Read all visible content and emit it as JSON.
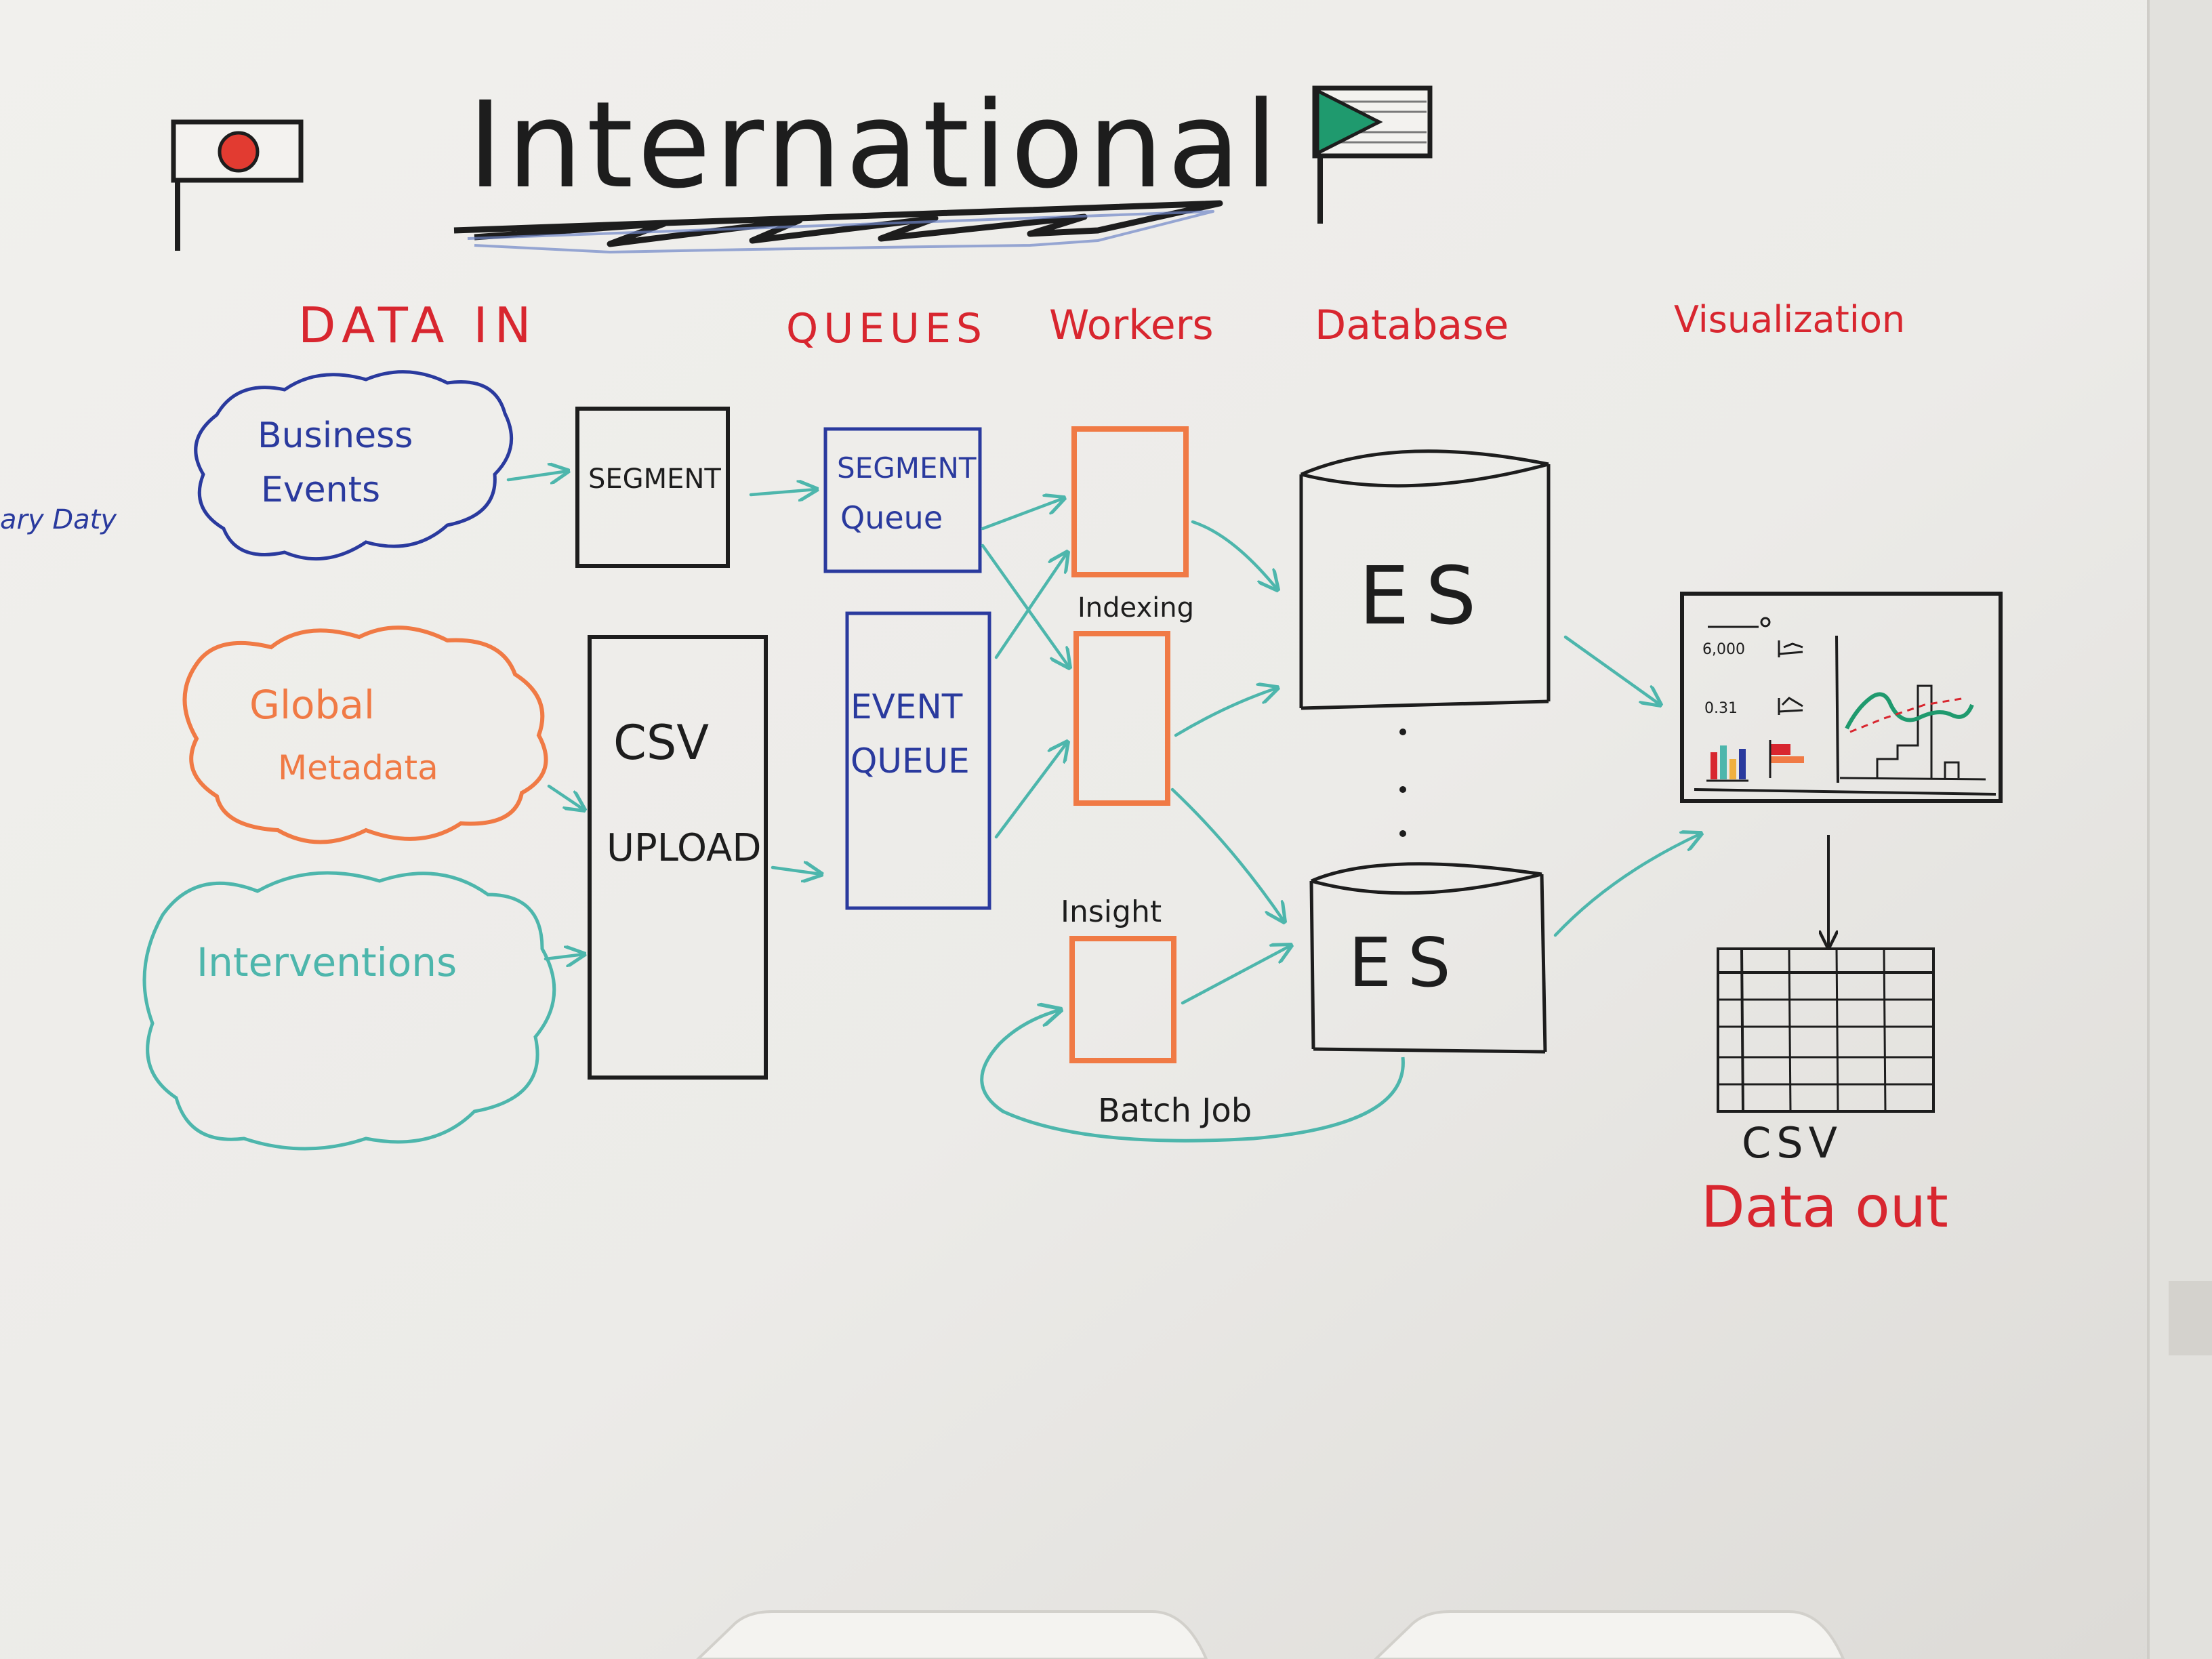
{
  "title": "International",
  "columns": [
    "DATA IN",
    "QUEUES",
    "Workers",
    "Database",
    "Visualization"
  ],
  "sources": {
    "business_events": [
      "Business",
      "Events"
    ],
    "global_metadata": [
      "Global",
      "Metadata"
    ],
    "interventions": "Interventions"
  },
  "edge_text": "ary Daty",
  "boxes": {
    "segment": "SEGMENT",
    "csv_upload": [
      "CSV",
      "UPLOAD"
    ],
    "segment_queue": [
      "SEGMENT",
      "Queue"
    ],
    "event_queue": [
      "EVENT",
      "QUEUE"
    ]
  },
  "workers": {
    "indexing": "Indexing",
    "insight": "Insight",
    "batch_job": "Batch Job"
  },
  "databases": {
    "db1": "ES",
    "db2": "ES"
  },
  "viz": {
    "metric1": "6,000",
    "metric2": "0.31"
  },
  "output": {
    "table": "CSV",
    "label": "Data out"
  },
  "colors": {
    "red": "#d8262f",
    "blue": "#2a3a9e",
    "orange": "#f07a45",
    "teal": "#4db6ac",
    "black": "#1d1d1d",
    "green": "#1f9a6e"
  }
}
